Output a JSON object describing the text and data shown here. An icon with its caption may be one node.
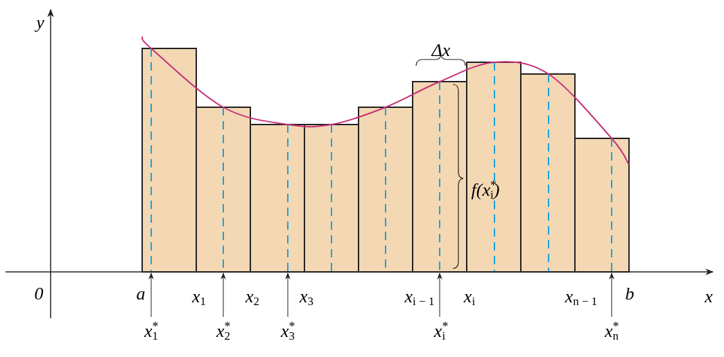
{
  "diagram": {
    "nodes": [
      {
        "text": [],
        "shape": "bar"
      },
      {
        "text": [],
        "shape": "bar"
      },
      {
        "text": [],
        "shape": "bar"
      },
      {
        "text": [],
        "shape": "bar"
      },
      {
        "text": [],
        "shape": "bar"
      },
      {
        "text": [],
        "shape": "bar"
      },
      {
        "text": [],
        "shape": "bar"
      },
      {
        "text": [],
        "shape": "bar"
      },
      {
        "text": [],
        "shape": "bar"
      },
      {
        "text": [
          "x$^{*}$$_{1}$"
        ]
      },
      {
        "text": [
          "x$^{*}$$_{2}$"
        ]
      },
      {
        "text": [
          "x$^{*}$$_{3}$"
        ]
      },
      {
        "text": [
          "x$^{*}$$_{i}$"
        ]
      },
      {
        "text": [
          "x$^{*}$$_{n}$"
        ]
      }
    ],
    "edges": [
      {
        "from": 9,
        "to": 0,
        "arrow": "to"
      },
      {
        "from": 10,
        "to": 1,
        "arrow": "to"
      },
      {
        "from": 11,
        "to": 2,
        "arrow": "to"
      },
      {
        "from": 12,
        "to": 5,
        "arrow": "to"
      },
      {
        "from": 13,
        "to": 8,
        "arrow": "to"
      }
    ],
    "labels": [
      "y",
      "Δx",
      "f(x$^{*}$$_{i}$)",
      "0",
      "a",
      "x$_{1}$",
      "x$_{2}$",
      "x$_{3}$",
      "x$_{i − 1}$",
      "x$_{i}$",
      "x$_{n − 1}$",
      "b",
      "x"
    ]
  }
}
